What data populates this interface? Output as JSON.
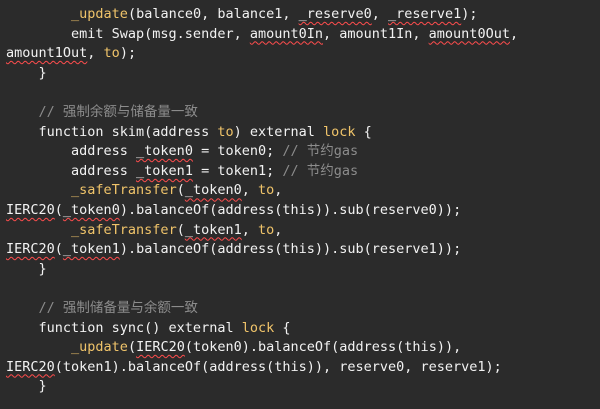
{
  "editor": {
    "lines": [
      [
        {
          "t": "        ",
          "c": "plain"
        },
        {
          "t": "_update",
          "c": "fn"
        },
        {
          "t": "(balance0, balance1, ",
          "c": "plain"
        },
        {
          "t": "_reserve0",
          "c": "plain",
          "w": true
        },
        {
          "t": ", ",
          "c": "plain"
        },
        {
          "t": "_reserve1",
          "c": "plain",
          "w": true
        },
        {
          "t": ");",
          "c": "plain"
        }
      ],
      [
        {
          "t": "        emit Swap(msg.sender, ",
          "c": "plain"
        },
        {
          "t": "amount0In",
          "c": "plain",
          "w": true
        },
        {
          "t": ", amount1In, ",
          "c": "plain"
        },
        {
          "t": "amount0Out",
          "c": "plain",
          "w": true
        },
        {
          "t": ",",
          "c": "plain"
        }
      ],
      [
        {
          "t": "amount1Out",
          "c": "plain",
          "w": true
        },
        {
          "t": ", ",
          "c": "plain"
        },
        {
          "t": "to",
          "c": "kw"
        },
        {
          "t": ");",
          "c": "plain"
        }
      ],
      [
        {
          "t": "    }",
          "c": "plain"
        }
      ],
      [
        {
          "t": "",
          "c": "plain"
        }
      ],
      [
        {
          "t": "    // 强制余额与储备量一致",
          "c": "comment"
        }
      ],
      [
        {
          "t": "    function skim(address ",
          "c": "plain"
        },
        {
          "t": "to",
          "c": "kw"
        },
        {
          "t": ") external ",
          "c": "plain"
        },
        {
          "t": "lock",
          "c": "kw"
        },
        {
          "t": " {",
          "c": "plain"
        }
      ],
      [
        {
          "t": "        address ",
          "c": "plain"
        },
        {
          "t": "_token0",
          "c": "plain",
          "w": true
        },
        {
          "t": " = token0; ",
          "c": "plain"
        },
        {
          "t": "// 节约gas",
          "c": "comment"
        }
      ],
      [
        {
          "t": "        address ",
          "c": "plain"
        },
        {
          "t": "_token1",
          "c": "plain",
          "w": true
        },
        {
          "t": " = token1; ",
          "c": "plain"
        },
        {
          "t": "// 节约gas",
          "c": "comment"
        }
      ],
      [
        {
          "t": "        ",
          "c": "plain"
        },
        {
          "t": "_safeTransfer",
          "c": "fn"
        },
        {
          "t": "(",
          "c": "plain"
        },
        {
          "t": "_token0",
          "c": "plain",
          "w": true
        },
        {
          "t": ", ",
          "c": "plain"
        },
        {
          "t": "to",
          "c": "kw"
        },
        {
          "t": ",",
          "c": "plain"
        }
      ],
      [
        {
          "t": "IERC20",
          "c": "plain",
          "w": true
        },
        {
          "t": "(",
          "c": "plain"
        },
        {
          "t": "_token0",
          "c": "plain",
          "w": true
        },
        {
          "t": ").balanceOf(address(this)).sub(reserve0));",
          "c": "plain"
        }
      ],
      [
        {
          "t": "        ",
          "c": "plain"
        },
        {
          "t": "_safeTransfer",
          "c": "fn"
        },
        {
          "t": "(",
          "c": "plain"
        },
        {
          "t": "_token1",
          "c": "plain",
          "w": true
        },
        {
          "t": ", ",
          "c": "plain"
        },
        {
          "t": "to",
          "c": "kw"
        },
        {
          "t": ",",
          "c": "plain"
        }
      ],
      [
        {
          "t": "IERC20",
          "c": "plain",
          "w": true
        },
        {
          "t": "(",
          "c": "plain"
        },
        {
          "t": "_token1",
          "c": "plain",
          "w": true
        },
        {
          "t": ").balanceOf(address(this)).sub(reserve1));",
          "c": "plain"
        }
      ],
      [
        {
          "t": "    }",
          "c": "plain"
        }
      ],
      [
        {
          "t": "",
          "c": "plain"
        }
      ],
      [
        {
          "t": "    // 强制储备量与余额一致",
          "c": "comment"
        }
      ],
      [
        {
          "t": "    function sync() external ",
          "c": "plain"
        },
        {
          "t": "lock",
          "c": "kw"
        },
        {
          "t": " {",
          "c": "plain"
        }
      ],
      [
        {
          "t": "        ",
          "c": "plain"
        },
        {
          "t": "_update",
          "c": "fn"
        },
        {
          "t": "(",
          "c": "plain"
        },
        {
          "t": "IERC20",
          "c": "plain",
          "w": true
        },
        {
          "t": "(token0).balanceOf(address(this)),",
          "c": "plain"
        }
      ],
      [
        {
          "t": "IERC20",
          "c": "plain",
          "w": true
        },
        {
          "t": "(token1).balanceOf(address(this)), reserve0, reserve1);",
          "c": "plain"
        }
      ],
      [
        {
          "t": "    }",
          "c": "plain"
        }
      ]
    ]
  }
}
